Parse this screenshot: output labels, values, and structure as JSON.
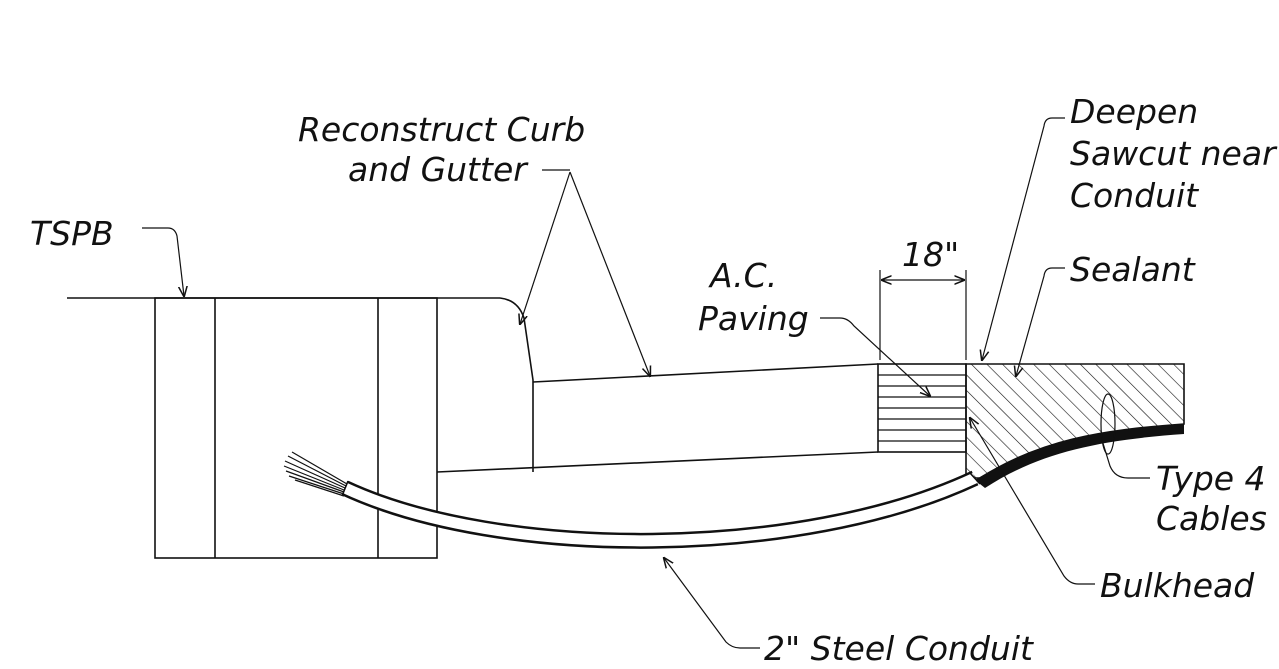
{
  "labels": {
    "tspb": "TSPB",
    "curb_line1": "Reconstruct Curb",
    "curb_line2": "and  Gutter",
    "deepen_line1": "Deepen",
    "deepen_line2": "Sawcut near",
    "deepen_line3": "Conduit",
    "dimension": "18\"",
    "sealant": "Sealant",
    "ac_line1": "A.C.",
    "ac_line2": "Paving",
    "type4_line1": "Type 4",
    "type4_line2": "Cables",
    "bulkhead": "Bulkhead",
    "conduit": "2\"  Steel Conduit"
  }
}
